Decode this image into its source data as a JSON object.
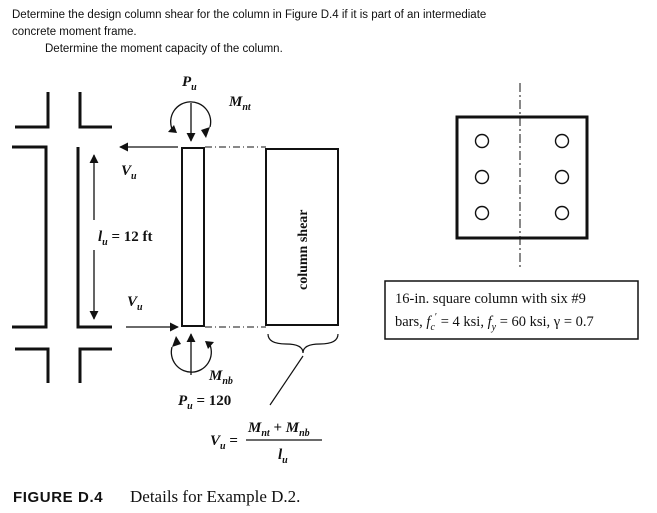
{
  "question": {
    "line1": "Determine the design column shear for the column in Figure D.4 if it is part of an intermediate",
    "line2": "concrete moment frame.",
    "line3": "Determine the moment capacity of the column."
  },
  "figure": {
    "labels": {
      "pu_top": "P",
      "pu_top_sub": "u",
      "mnt": "M",
      "mnt_sub": "nt",
      "vu_top": "V",
      "vu_top_sub": "u",
      "lu": "l",
      "lu_sub": "u",
      "lu_value": " = 12 ft",
      "vu_bottom": "V",
      "vu_bottom_sub": "u",
      "mnb": "M",
      "mnb_sub": "nb",
      "pu_bottom": "P",
      "pu_bottom_sub": "u",
      "pu_bottom_value": " = 120",
      "column_shear": "column shear"
    },
    "formula": {
      "lhs": "V",
      "lhs_sub": "u",
      "eq": " =",
      "num_a": "M",
      "num_a_sub": "nt",
      "plus": " + ",
      "num_b": "M",
      "num_b_sub": "nb",
      "den": "l",
      "den_sub": "u"
    },
    "section_note": {
      "line1": "16-in. square column with six #9",
      "line2_a": "bars, ",
      "fc": "f",
      "fc_sub": "c",
      "fc_prime": "′",
      "fc_val": " = 4 ksi, ",
      "fy": "f",
      "fy_sub": "y",
      "fy_val": " = 60 ksi, γ = 0.7"
    },
    "bars_per_side": 3,
    "caption_label": "FIGURE D.4",
    "caption_text": "Details for Example D.2."
  }
}
